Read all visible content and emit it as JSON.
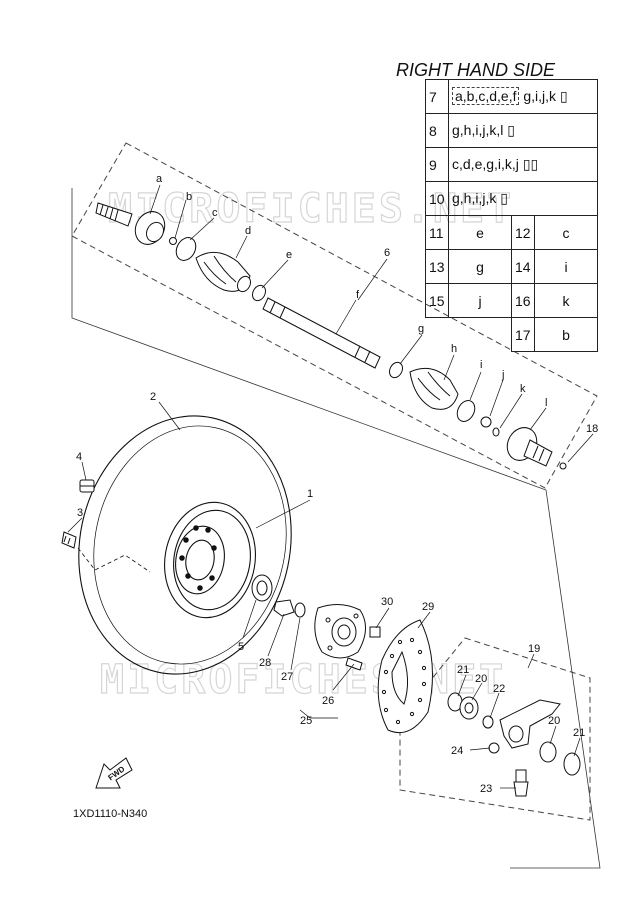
{
  "watermark": [
    "MICROFICHES.NET",
    "MICROFICHES.NET"
  ],
  "legend": {
    "title": "RIGHT HAND SIDE",
    "rows": [
      {
        "num": "7",
        "boxed": "a,b,c,d,e,f",
        "rest": "g,i,j,k",
        "icons": 1
      },
      {
        "num": "8",
        "boxed": "",
        "rest": "g,h,i,j,k,l",
        "icons": 1
      },
      {
        "num": "9",
        "boxed": "",
        "rest": "c,d,e,g,i,k,j",
        "icons": 2
      },
      {
        "num": "10",
        "boxed": "",
        "rest": "g,h,i,j,k",
        "icons": 1
      }
    ],
    "pairs": [
      [
        {
          "num": "11",
          "val": "e"
        },
        {
          "num": "12",
          "val": "c"
        }
      ],
      [
        {
          "num": "13",
          "val": "g"
        },
        {
          "num": "14",
          "val": "i"
        }
      ],
      [
        {
          "num": "15",
          "val": "j"
        },
        {
          "num": "16",
          "val": "k"
        }
      ],
      [
        null,
        {
          "num": "17",
          "val": "b"
        }
      ]
    ]
  },
  "callouts": {
    "n1": "1",
    "n2": "2",
    "n3": "3",
    "n4": "4",
    "n5": "5",
    "n6": "6",
    "n18": "18",
    "n19": "19",
    "n20a": "20",
    "n20b": "20",
    "n21a": "21",
    "n21b": "21",
    "n22": "22",
    "n23": "23",
    "n24": "24",
    "n25": "25",
    "n26": "26",
    "n27": "27",
    "n28": "28",
    "n29": "29",
    "n30": "30",
    "la": "a",
    "lb": "b",
    "lc": "c",
    "ld": "d",
    "le": "e",
    "lf": "f",
    "lg": "g",
    "lh": "h",
    "li": "i",
    "lj": "j",
    "lk": "k",
    "ll": "l"
  },
  "fwd_label": "FWD",
  "figure_code": "1XD1110-N340"
}
